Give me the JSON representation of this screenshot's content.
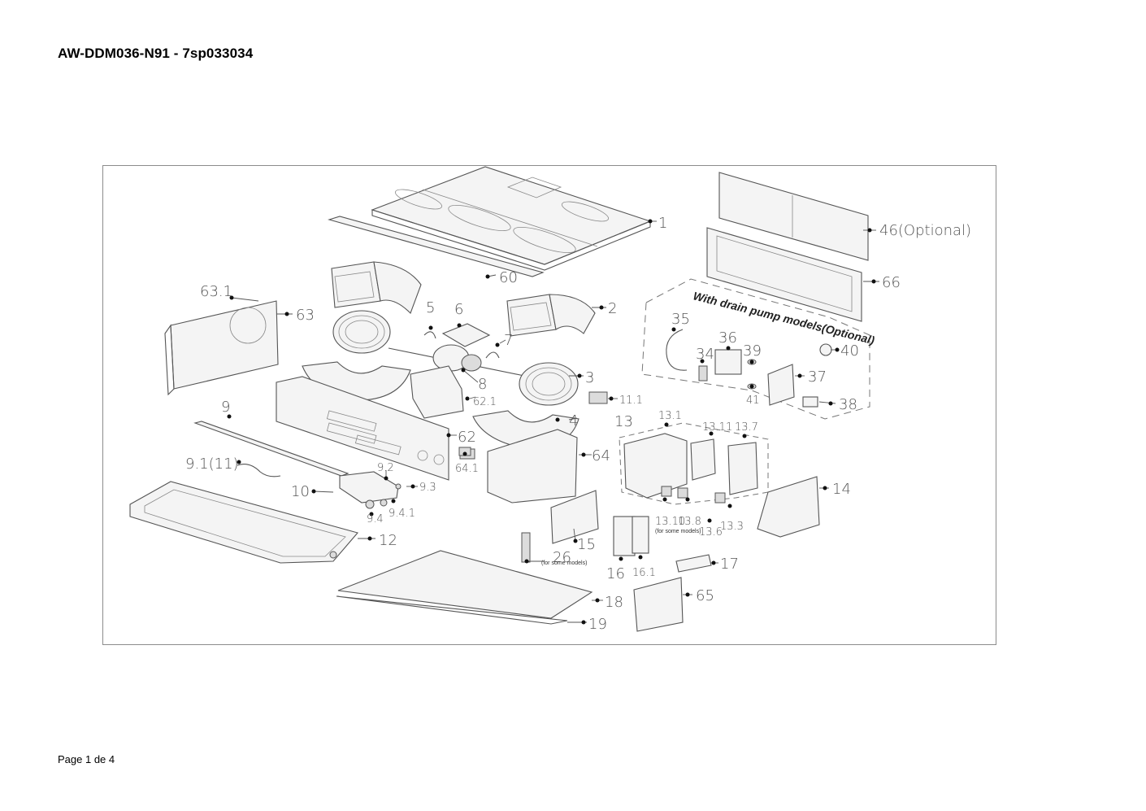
{
  "document": {
    "title": "AW-DDM036-N91 - 7sp033034",
    "page": "Page 1 de 4"
  },
  "diagram": {
    "drain_pump_group_title": "With drain pump models(Optional)",
    "notes": {
      "for_some_models_a": "(for some models)",
      "for_some_models_b": "(for some models)"
    },
    "part_labels": {
      "p1": "1",
      "p2": "2",
      "p3": "3",
      "p4": "4",
      "p5": "5",
      "p6": "6",
      "p7": "7",
      "p8": "8",
      "p9": "9",
      "p9_1": "9.1(11)",
      "p9_2": "9.2",
      "p9_3": "9.3",
      "p9_4": "9.4",
      "p9_4_1": "9.4.1",
      "p10": "10",
      "p11_1": "11.1",
      "p12": "12",
      "p13": "13",
      "p13_1": "13.1",
      "p13_11": "13.11",
      "p13_7": "13.7",
      "p13_10": "13.10",
      "p13_8": "13.8",
      "p13_6": "13.6",
      "p13_3": "13.3",
      "p14": "14",
      "p15": "15",
      "p16": "16",
      "p16_1": "16.1",
      "p17": "17",
      "p18": "18",
      "p19": "19",
      "p26": "26",
      "p34": "34",
      "p35": "35",
      "p36": "36",
      "p37": "37",
      "p38": "38",
      "p39": "39",
      "p40": "40",
      "p41": "41",
      "p46": "46(Optional)",
      "p60": "60",
      "p62": "62",
      "p62_1": "62.1",
      "p63": "63",
      "p63_1": "63.1",
      "p64": "64",
      "p64_1": "64.1",
      "p65": "65",
      "p66": "66"
    }
  }
}
